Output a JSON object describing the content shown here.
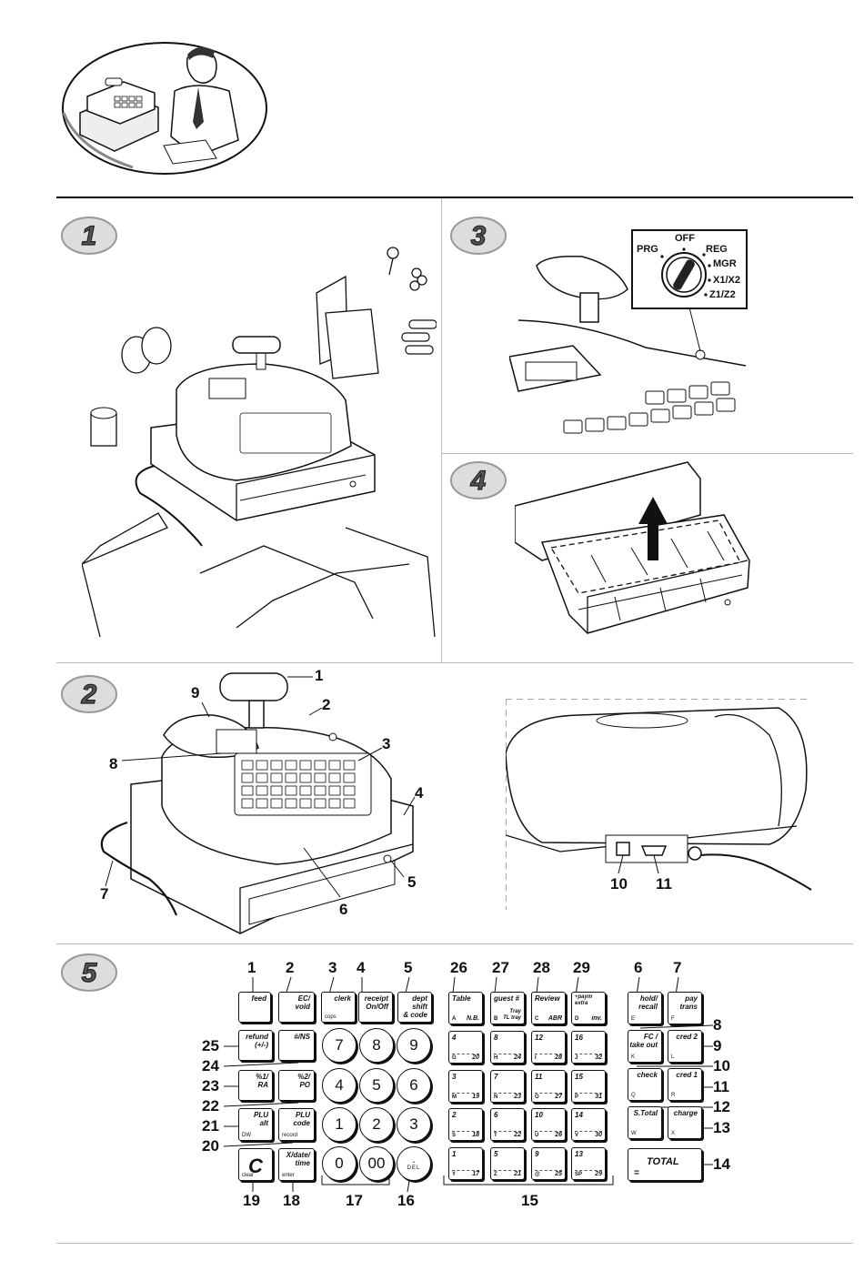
{
  "sections": {
    "s1": "1",
    "s2": "2",
    "s3": "3",
    "s4": "4",
    "s5": "5"
  },
  "key_switch": {
    "positions": [
      "PRG",
      "OFF",
      "REG",
      "MGR",
      "X1/X2",
      "Z1/Z2"
    ]
  },
  "fig2_callouts": [
    "1",
    "2",
    "3",
    "4",
    "5",
    "6",
    "7",
    "8",
    "9"
  ],
  "fig2b_callouts": [
    "10",
    "11"
  ],
  "fig5_top_numbers": [
    "1",
    "2",
    "3",
    "4",
    "5",
    "26",
    "27",
    "28",
    "29",
    "6",
    "7"
  ],
  "fig5_right_numbers": [
    "8",
    "9",
    "10",
    "11",
    "12",
    "13",
    "14"
  ],
  "fig5_left_numbers": [
    "25",
    "24",
    "23",
    "22",
    "21",
    "20"
  ],
  "fig5_bottom_numbers": [
    "19",
    "18",
    "17",
    "16",
    "15"
  ],
  "keys": {
    "feed": "feed",
    "ec_void": "EC/\nvoid",
    "clerk": "clerk",
    "clerk_sub": "cops",
    "receipt": "receipt\nOn/Off",
    "dept": "dept\nshift\n& code",
    "refund": "refund\n(+/-)",
    "ns": "#/NS",
    "pct1": "%1/\nRA",
    "pct2": "%2/\nPO",
    "plu_alt": "PLU\nalt",
    "plu_alt_sub": "DW",
    "plu_code": "PLU\ncode",
    "plu_code_sub": "record",
    "clear": "C",
    "clear_sub": "clear",
    "xdate": "X/date/\ntime",
    "xdate_sub": "enter",
    "digits": [
      "7",
      "8",
      "9",
      "4",
      "5",
      "6",
      "1",
      "2",
      "3",
      "0",
      "00"
    ],
    "del_dot": ".",
    "del": "DEL",
    "hold": "hold/\nrecall",
    "hold_sub": "E",
    "pay": "pay\ntrans",
    "pay_sub": "F",
    "fc": "FC /\ntake out",
    "fc_sub": "K",
    "cred2": "cred 2",
    "cred2_sub": "L",
    "check": "check",
    "check_sub": "Q",
    "cred1": "cred 1",
    "cred1_sub": "R",
    "stotal": "S.Total",
    "stotal_sub": "W",
    "charge": "charge",
    "charge_sub": "X",
    "total": "TOTAL",
    "total_sub": "="
  },
  "dept_keys": [
    {
      "t": "Table",
      "l": "A",
      "r": "N.B."
    },
    {
      "t": "guest #",
      "l": "B",
      "r": "Tray\nTL tray"
    },
    {
      "t": "Review",
      "l": "C",
      "r": "ABR"
    },
    {
      "t": "+paym\nextra",
      "l": "D",
      "r": "inv."
    },
    {
      "t": "4",
      "l": "G",
      "r": "20"
    },
    {
      "t": "8",
      "l": "H",
      "r": "24"
    },
    {
      "t": "12",
      "l": "I",
      "r": "28"
    },
    {
      "t": "16",
      "l": "J",
      "r": "32"
    },
    {
      "t": "3",
      "l": "M",
      "r": "19"
    },
    {
      "t": "7",
      "l": "N",
      "r": "23"
    },
    {
      "t": "11",
      "l": "O",
      "r": "27"
    },
    {
      "t": "15",
      "l": "P",
      "r": "31"
    },
    {
      "t": "2",
      "l": "S",
      "r": "18"
    },
    {
      "t": "6",
      "l": "T",
      "r": "22"
    },
    {
      "t": "10",
      "l": "U",
      "r": "26"
    },
    {
      "t": "14",
      "l": "V",
      "r": "30"
    },
    {
      "t": "1",
      "l": "Y",
      "r": "17"
    },
    {
      "t": "5",
      "l": "Z",
      "r": "21"
    },
    {
      "t": "9",
      "l": "@",
      "r": "25"
    },
    {
      "t": "13",
      "l": "SP",
      "r": "29"
    }
  ]
}
